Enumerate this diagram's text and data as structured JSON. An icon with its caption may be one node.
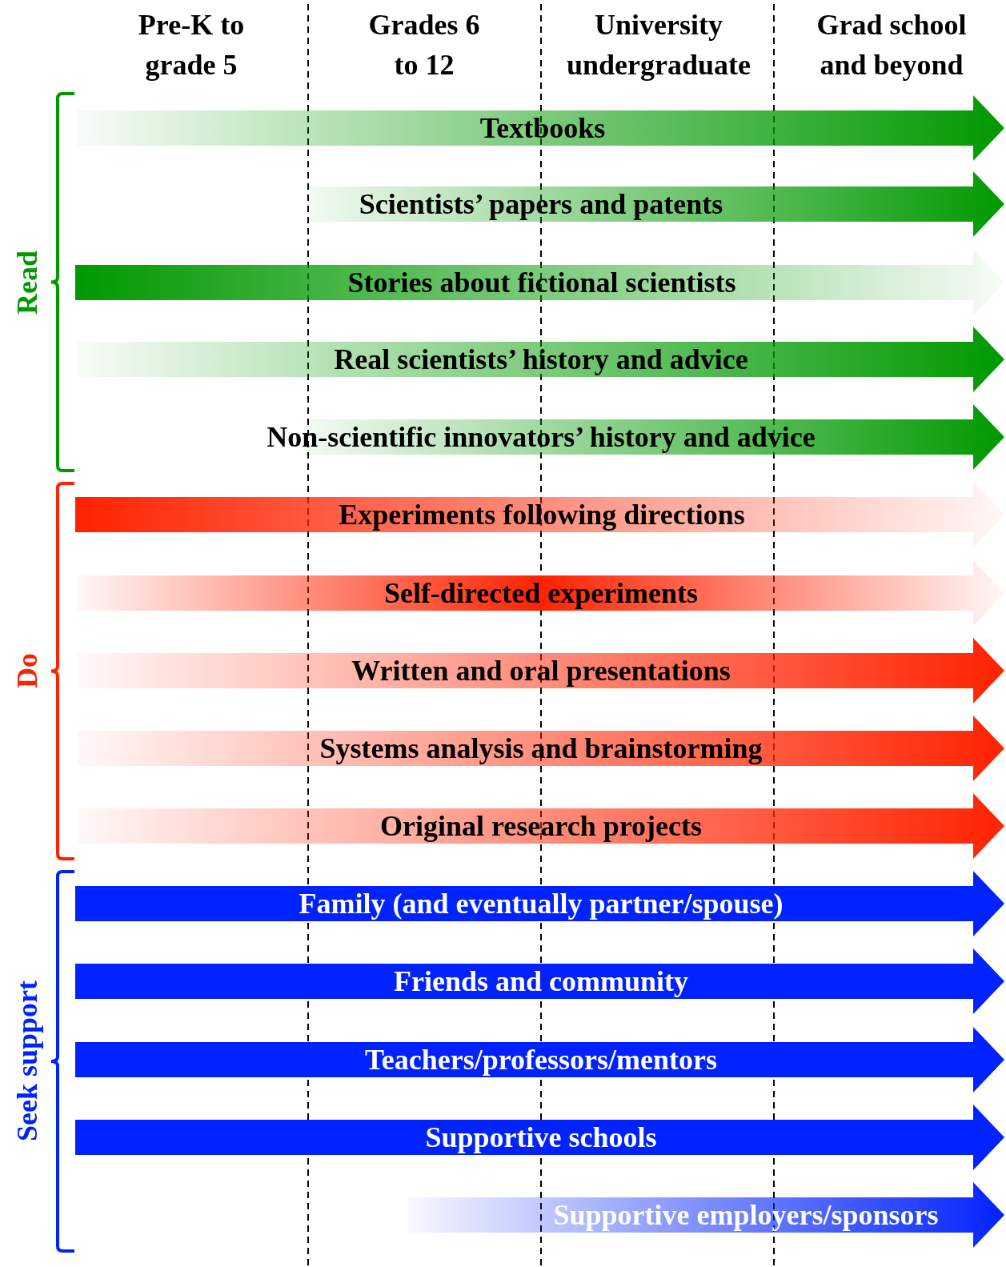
{
  "diagram": {
    "nodes": [
      {
        "text": [
          "Textbooks"
        ]
      },
      {
        "text": [
          "Scientists’ papers and patents"
        ]
      },
      {
        "text": [
          "Stories about fictional scientists"
        ]
      },
      {
        "text": [
          "Real scientists’ history and advice"
        ]
      },
      {
        "text": [
          "Non-scientific innovators’ history and advice"
        ]
      },
      {
        "text": [
          "Experiments following directions"
        ]
      },
      {
        "text": [
          "Self-directed experiments"
        ]
      },
      {
        "text": [
          "Written and oral presentations"
        ]
      },
      {
        "text": [
          "Systems analysis and brainstorming"
        ]
      },
      {
        "text": [
          "Original research projects"
        ]
      },
      {
        "text": [
          "Family (and eventually partner/spouse)"
        ]
      },
      {
        "text": [
          "Friends and community"
        ]
      },
      {
        "text": [
          "Teachers/professors/mentors"
        ]
      },
      {
        "text": [
          "Supportive schools"
        ]
      },
      {
        "text": [
          "Supportive employers/sponsors"
        ]
      }
    ],
    "labels": [
      "Pre-K to grade 5",
      "Grades 6 to 12",
      "University undergraduate",
      "Grad school and beyond",
      "Read",
      "Do",
      "Seek support"
    ]
  }
}
